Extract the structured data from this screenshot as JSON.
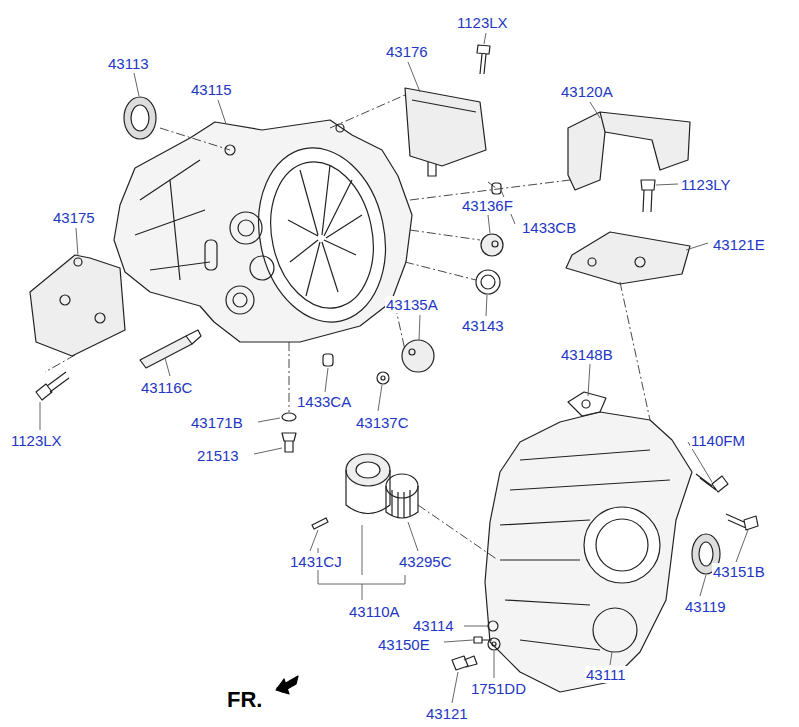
{
  "diagram": {
    "labels": [
      "1123LX",
      "43113",
      "43176",
      "43115",
      "43120A",
      "1123LY",
      "43136F",
      "1433CB",
      "43175",
      "43121E",
      "43135A",
      "43143",
      "43148B",
      "43116C",
      "1433CA",
      "43171B",
      "43137C",
      "1123LX",
      "1140FM",
      "21513",
      "43151B",
      "1431CJ",
      "43295C",
      "43119",
      "43110A",
      "43114",
      "43150E",
      "43111",
      "1751DD",
      "43121",
      "FR."
    ]
  }
}
